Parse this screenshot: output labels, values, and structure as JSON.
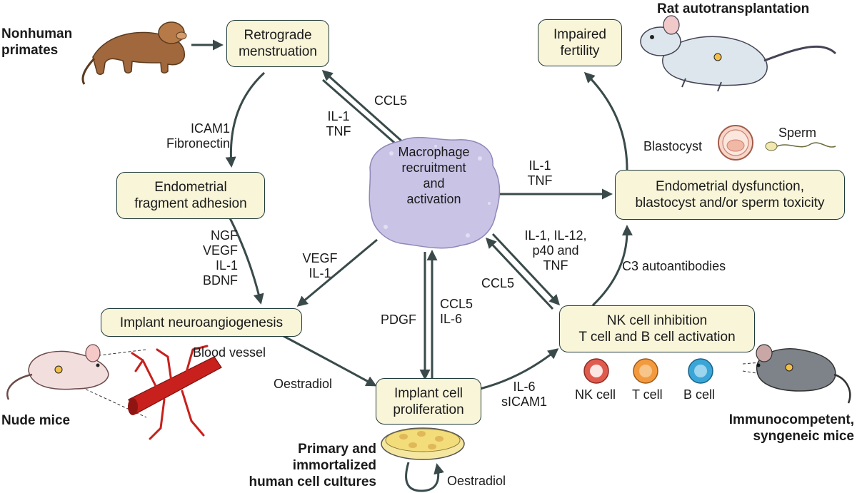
{
  "boxes": {
    "retrograde": [
      "Retrograde",
      "menstruation"
    ],
    "adhesion": [
      "Endometrial",
      "fragment adhesion"
    ],
    "neuroangiogenesis": [
      "Implant neuroangiogenesis"
    ],
    "proliferation": [
      "Implant cell",
      "proliferation"
    ],
    "nk_inhibition": [
      "NK cell inhibition",
      "T cell and B cell activation"
    ],
    "dysfunction": [
      "Endometrial dysfunction,",
      "blastocyst and/or sperm toxicity"
    ],
    "fertility": [
      "Impaired",
      "fertility"
    ]
  },
  "macrophage": [
    "Macrophage",
    "recruitment",
    "and",
    "activation"
  ],
  "models": {
    "nonhuman_primates": [
      "Nonhuman",
      "primates"
    ],
    "rat": "Rat autotransplantation",
    "nude_mice": "Nude mice",
    "immunocompetent": [
      "Immunocompetent,",
      "syngeneic mice"
    ],
    "cultures": [
      "Primary and",
      "immortalized",
      "human cell cultures"
    ]
  },
  "labels": {
    "icam": [
      "ICAM1",
      "Fibronectin"
    ],
    "ngf": [
      "NGF",
      "VEGF",
      "IL-1",
      "BDNF"
    ],
    "oestradiol_left": "Oestradiol",
    "ccl5_top": "CCL5",
    "il1_tnf_left": [
      "IL-1",
      "TNF"
    ],
    "vegf_il1": [
      "VEGF",
      "IL-1"
    ],
    "pdgf": "PDGF",
    "ccl5_il6": [
      "CCL5",
      "IL-6"
    ],
    "il1_tnf_right": [
      "IL-1",
      "TNF"
    ],
    "il_cluster": [
      "IL-1, IL-12,",
      "p40 and",
      "TNF"
    ],
    "ccl5_right": "CCL5",
    "c3": "C3 autoantibodies",
    "il6_sicam": [
      "IL-6",
      "sICAM1"
    ],
    "blood_vessel": "Blood vessel",
    "blastocyst": "Blastocyst",
    "sperm": "Sperm",
    "nk_cell": "NK cell",
    "t_cell": "T cell",
    "b_cell": "B cell",
    "oestradiol_bottom": "Oestradiol"
  },
  "colors": {
    "box_fill": "#f9f5d9",
    "box_border": "#1f3a3a",
    "arrow": "#3a4a4a",
    "macrophage": "#c9c3e6",
    "vessel": "#c8201c",
    "nk_cell": "#e05a4e",
    "t_cell": "#f39a3e",
    "b_cell": "#3aa6d8"
  }
}
